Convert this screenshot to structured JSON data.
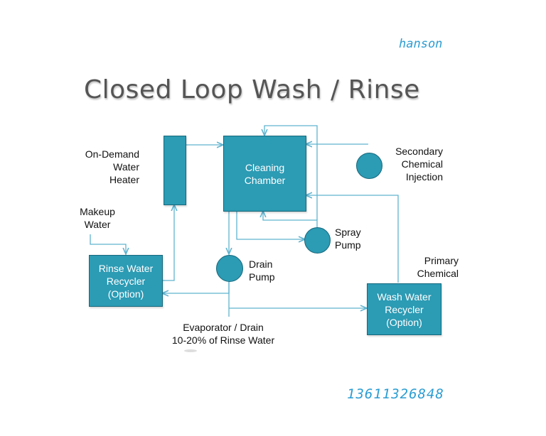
{
  "brand": "hanson",
  "phone": "13611326848",
  "title": "Closed Loop Wash / Rinse",
  "nodes": {
    "cleaning_chamber": "Cleaning\nChamber",
    "rinse_recycler": "Rinse Water\nRecycler\n(Option)",
    "wash_recycler": "Wash Water\nRecycler\n(Option)"
  },
  "labels": {
    "heater": "On-Demand\nWater\nHeater",
    "makeup": "Makeup\nWater",
    "secondary": "Secondary\nChemical\nInjection",
    "spray_pump": "Spray\nPump",
    "drain_pump": "Drain\nPump",
    "primary": "Primary\nChemical",
    "evaporator": "Evaporator / Drain\n10-20% of Rinse Water"
  },
  "colors": {
    "node_fill": "#2c9bb4",
    "node_border": "#15687c",
    "flow_line": "#5fb3cf",
    "accent_text": "#2b9dd3"
  }
}
